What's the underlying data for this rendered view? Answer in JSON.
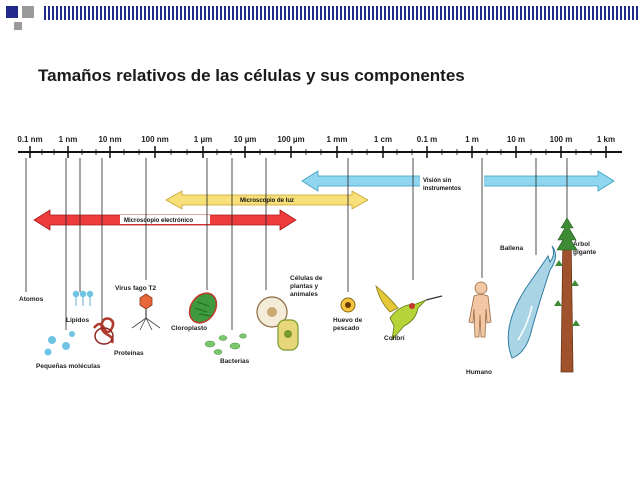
{
  "title": "Tamaños relativos de las células y sus componentes",
  "scale": {
    "ticks": [
      "0.1 nm",
      "1 nm",
      "10 nm",
      "100 nm",
      "1 µm",
      "10 µm",
      "100 µm",
      "1 mm",
      "1 cm",
      "0.1 m",
      "1 m",
      "10 m",
      "100 m",
      "1 km"
    ]
  },
  "ranges": [
    {
      "label": "Visión sin instrumentos",
      "color": "#8fd6ee",
      "from": "100 µm",
      "to": "1 km"
    },
    {
      "label": "Microscopio de luz",
      "color": "#f7e07a",
      "from": "100 nm",
      "to": "1 mm"
    },
    {
      "label": "Microscopio electrónico",
      "color": "#ee3b3b",
      "from": "0.1 nm",
      "to": "100 µm"
    }
  ],
  "items": [
    {
      "label": "Atomos",
      "icon": "atom-icon"
    },
    {
      "label": "Lípidos",
      "icon": "lipid-icon"
    },
    {
      "label": "Pequeñas moléculas",
      "icon": "molecule-icon"
    },
    {
      "label": "Proteínas",
      "icon": "protein-icon"
    },
    {
      "label": "Virus fago T2",
      "icon": "virus-icon"
    },
    {
      "label": "Cloroplasto",
      "icon": "chloroplast-icon"
    },
    {
      "label": "Bacterias",
      "icon": "bacteria-icon"
    },
    {
      "label": "Células de plantas y animales",
      "icon": "cell-icon"
    },
    {
      "label": "Huevo de pescado",
      "icon": "egg-icon"
    },
    {
      "label": "Colibrí",
      "icon": "hummingbird-icon"
    },
    {
      "label": "Humano",
      "icon": "human-icon"
    },
    {
      "label": "Ballena",
      "icon": "whale-icon"
    },
    {
      "label": "Árbol gigante",
      "icon": "tree-icon"
    }
  ],
  "colors": {
    "accent_blue": "#1f2a8a",
    "grid_gray": "#bfbfbf"
  }
}
